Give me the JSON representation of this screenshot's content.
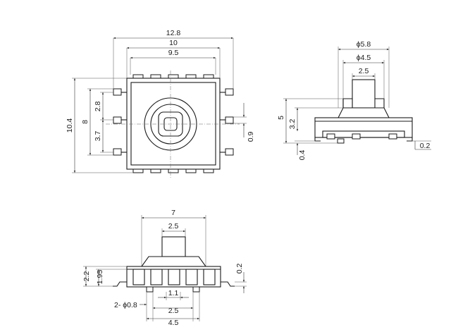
{
  "top_view": {
    "dim_overall_width": "12.8",
    "dim_body_width": "10",
    "dim_inner_width": "9.5",
    "dim_overall_height": "10.4",
    "dim_body_height": "8",
    "dim_pitch_top": "2.8",
    "dim_pitch_bottom": "3.7",
    "dim_pad": "0.9"
  },
  "side_view": {
    "dim_diameter_outer": "ϕ5.8",
    "dim_diameter_inner": "ϕ4.5",
    "dim_actuator": "2.5",
    "dim_total_height": "5",
    "dim_body_height": "3.2",
    "dim_standoff": "0.4",
    "dim_lead_thickness": "0.2"
  },
  "front_view": {
    "dim_width": "7",
    "dim_actuator": "2.5",
    "dim_height_total": "2.2",
    "dim_height_body": "1.95",
    "dim_lead_thickness": "0.2",
    "dim_peg_spacing": "1.1",
    "dim_peg_diameter": "2- ϕ0.8",
    "dim_peg_pitch": "2.5",
    "dim_peg_outer": "4.5"
  }
}
